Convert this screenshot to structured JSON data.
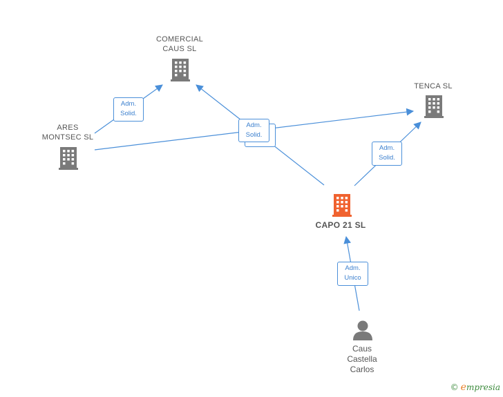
{
  "nodes": {
    "comercial_caus": {
      "lines": [
        "COMERCIAL",
        "CAUS  SL"
      ],
      "color": "#7a7a7a"
    },
    "tenca": {
      "lines": [
        "TENCA  SL"
      ],
      "color": "#7a7a7a"
    },
    "ares_montsec": {
      "lines": [
        "ARES",
        "MONTSEC  SL"
      ],
      "color": "#7a7a7a"
    },
    "capo21": {
      "lines": [
        "CAPO 21  SL"
      ],
      "color": "#f0622f"
    },
    "person": {
      "lines": [
        "Caus",
        "Castella",
        "Carlos"
      ],
      "color": "#7a7a7a"
    }
  },
  "relations": {
    "ares_to_comercial": [
      "Adm.",
      "Solid."
    ],
    "capo_to_comercial": [
      "Adm.",
      "Solid."
    ],
    "capo_to_tenca": [
      "Adm.",
      "Solid."
    ],
    "person_to_capo": [
      "Adm.",
      "Unico"
    ]
  },
  "colors": {
    "edge": "#4a8fd9",
    "box_border": "#4a8fd9",
    "box_text": "#3a7fce"
  },
  "watermark": {
    "copyright": "©",
    "brand_initial": "e",
    "brand_rest": "mpresia"
  }
}
